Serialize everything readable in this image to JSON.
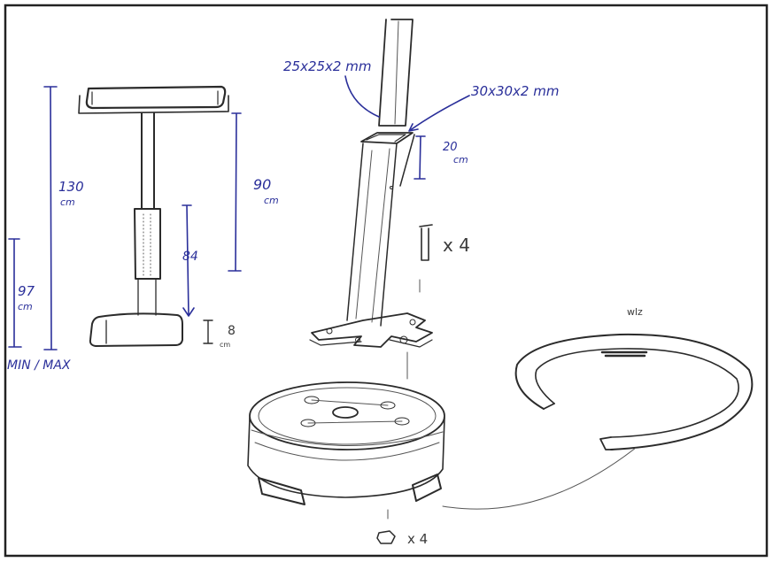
{
  "colors": {
    "ink": "#2b2b2b",
    "dimension_ink": "#2a2f9a",
    "paper": "#ffffff"
  },
  "labels": {
    "total_height": "130",
    "total_height_unit": "cm",
    "lower_height": "97",
    "lower_height_unit": "cm",
    "min_max": "MIN / MAX",
    "tube_length": "90",
    "tube_length_unit": "cm",
    "travel": "84",
    "base_height": "8",
    "base_height_unit": "cm",
    "inner_tube": "25x25x2 mm",
    "outer_tube": "30x30x2 mm",
    "sleeve_length": "20",
    "sleeve_length_unit": "cm",
    "bolt_count": "x 4",
    "nut_count": "x 4",
    "rim_note": "wlz"
  }
}
